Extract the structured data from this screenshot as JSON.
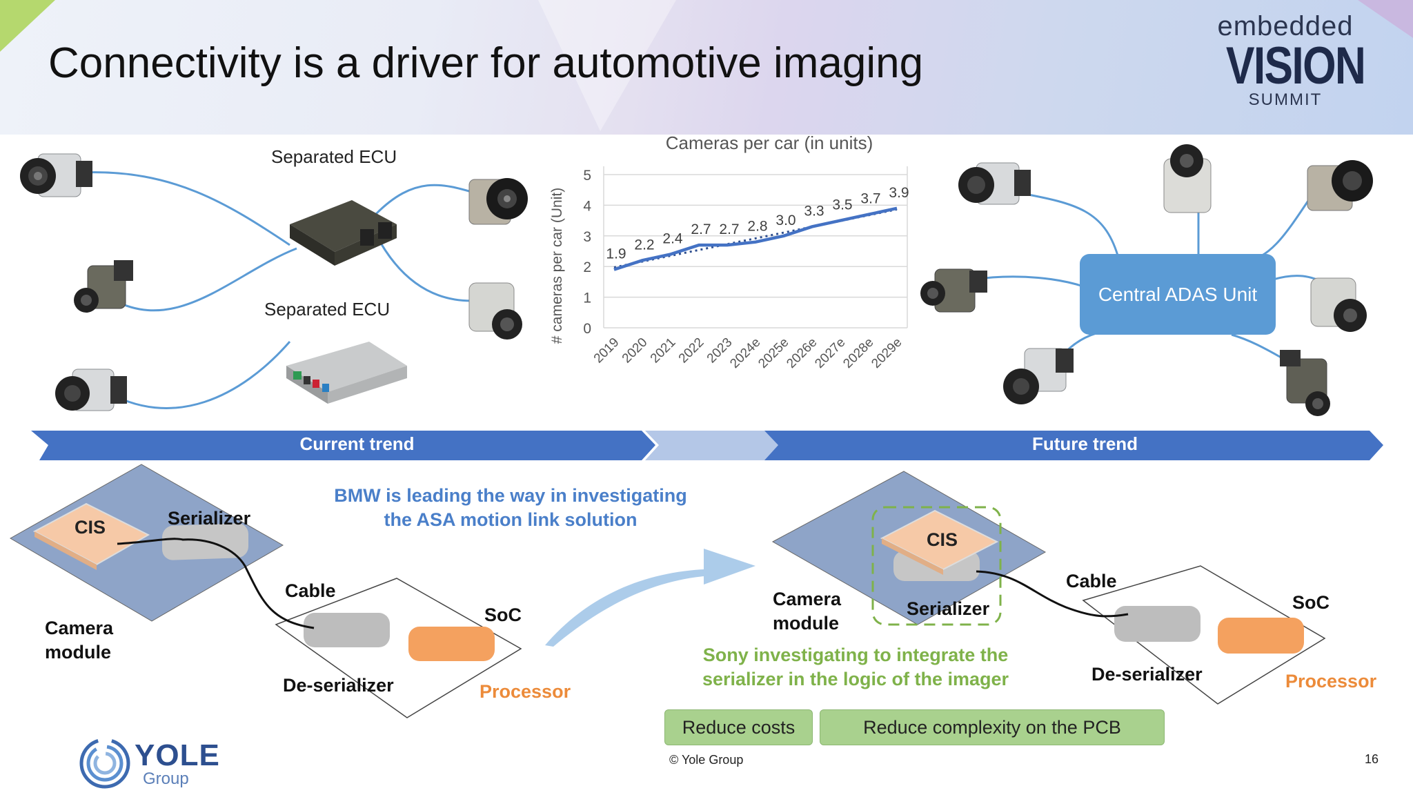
{
  "slide": {
    "title": "Connectivity is a driver for automotive imaging",
    "page_number": "16",
    "copyright": "© Yole Group"
  },
  "logo_evs": {
    "line1": "embedded",
    "line2": "VISION",
    "line3": "SUMMIT"
  },
  "logo_yole": {
    "line1": "YOLE",
    "line2": "Group"
  },
  "current_side": {
    "ecu1_label": "Separated ECU",
    "ecu2_label": "Separated ECU"
  },
  "future_side": {
    "central_unit": "Central ADAS Unit"
  },
  "trend_bar": {
    "current": "Current trend",
    "future": "Future trend"
  },
  "bottom_left": {
    "cis": "CIS",
    "serializer": "Serializer",
    "cable": "Cable",
    "soc": "SoC",
    "camera_module_1": "Camera",
    "camera_module_2": "module",
    "deserializer": "De-serializer",
    "processor": "Processor"
  },
  "bmw_note": {
    "line1": "BMW is leading the way in investigating",
    "line2": "the ASA motion link solution"
  },
  "bottom_right": {
    "cis": "CIS",
    "serializer": "Serializer",
    "cable": "Cable",
    "soc": "SoC",
    "camera_module_1": "Camera",
    "camera_module_2": "module",
    "deserializer": "De-serializer",
    "processor": "Processor"
  },
  "sony_note": {
    "line1": "Sony investigating to integrate the",
    "line2": "serializer in the logic of the imager"
  },
  "benefits": {
    "reduce_costs": "Reduce costs",
    "reduce_complexity": "Reduce complexity on the PCB"
  },
  "colors": {
    "accent_blue": "#4472c4",
    "light_blue": "#b4c7e7",
    "green_pill": "#a9d18e",
    "orange": "#ec8b3a",
    "line_blue": "#5b9bd5"
  },
  "chart_data": {
    "type": "line",
    "title": "Cameras per car (in units)",
    "ylabel": "# cameras per car (Unit)",
    "xlabel": "",
    "categories": [
      "2019",
      "2020",
      "2021",
      "2022",
      "2023",
      "2024e",
      "2025e",
      "2026e",
      "2027e",
      "2028e",
      "2029e"
    ],
    "values": [
      1.9,
      2.2,
      2.4,
      2.7,
      2.7,
      2.8,
      3.0,
      3.3,
      3.5,
      3.7,
      3.9
    ],
    "data_labels": [
      "1.9",
      "2.2",
      "2.4",
      "2.7",
      "2.7",
      "2.8",
      "3.0",
      "3.3",
      "3.5",
      "3.7",
      "3.9"
    ],
    "yticks": [
      "0",
      "1",
      "2",
      "3",
      "4",
      "5"
    ],
    "ylim": [
      0,
      5
    ],
    "grid": true,
    "trendline": "dotted linear"
  }
}
